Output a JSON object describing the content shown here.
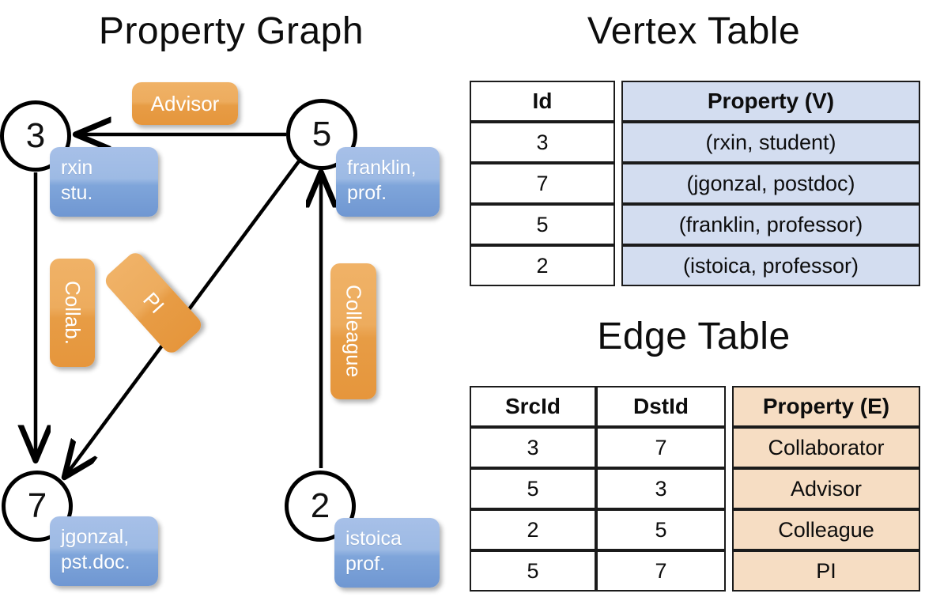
{
  "sections": {
    "property_graph_title": "Property Graph",
    "vertex_table_title": "Vertex Table",
    "edge_table_title": "Edge Table"
  },
  "colors": {
    "vertex_property_fill": "#d3ddf0",
    "edge_property_fill": "#f6ddc3",
    "bubble_blue": "#8fb0e0",
    "bubble_orange": "#eca857",
    "stroke": "#000000"
  },
  "graph": {
    "nodes": [
      {
        "id": "3",
        "property_line1": "rxin",
        "property_line2": "stu."
      },
      {
        "id": "5",
        "property_line1": "franklin,",
        "property_line2": "prof."
      },
      {
        "id": "7",
        "property_line1": "jgonzal,",
        "property_line2": "pst.doc."
      },
      {
        "id": "2",
        "property_line1": "istoica",
        "property_line2": "prof."
      }
    ],
    "edge_labels": [
      {
        "text": "Advisor",
        "orientation": "horizontal"
      },
      {
        "text": "Collab.",
        "orientation": "vertical"
      },
      {
        "text": "PI",
        "orientation": "rotated"
      },
      {
        "text": "Colleague",
        "orientation": "vertical"
      }
    ]
  },
  "vertex_table": {
    "headers": [
      "Id",
      "Property (V)"
    ],
    "rows": [
      {
        "id": "3",
        "property": "(rxin, student)"
      },
      {
        "id": "7",
        "property": "(jgonzal, postdoc)"
      },
      {
        "id": "5",
        "property": "(franklin, professor)"
      },
      {
        "id": "2",
        "property": "(istoica, professor)"
      }
    ]
  },
  "edge_table": {
    "headers": [
      "SrcId",
      "DstId",
      "Property (E)"
    ],
    "rows": [
      {
        "src": "3",
        "dst": "7",
        "property": "Collaborator"
      },
      {
        "src": "5",
        "dst": "3",
        "property": "Advisor"
      },
      {
        "src": "2",
        "dst": "5",
        "property": "Colleague"
      },
      {
        "src": "5",
        "dst": "7",
        "property": "PI"
      }
    ]
  }
}
